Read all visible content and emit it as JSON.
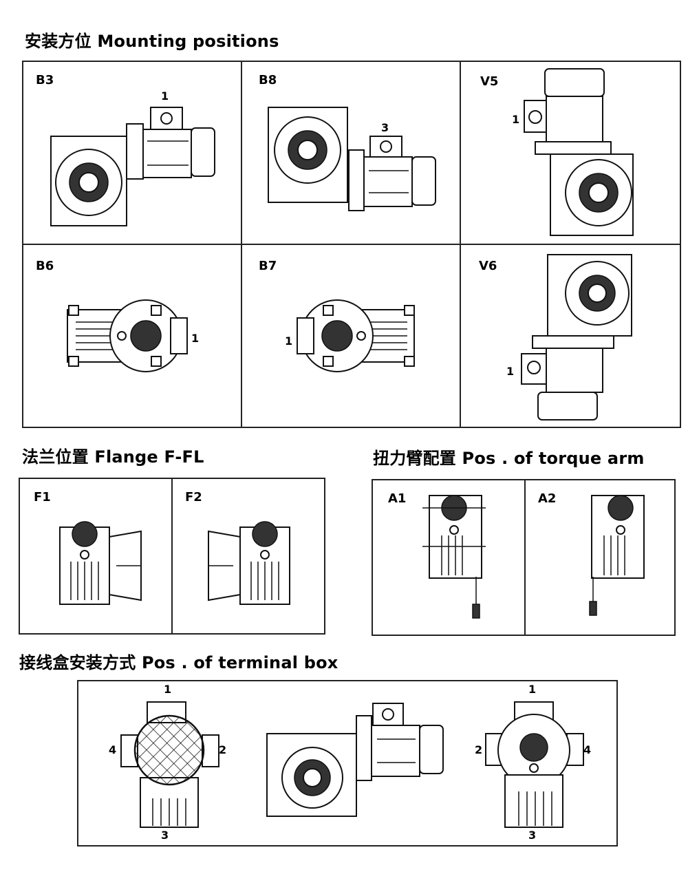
{
  "headings": {
    "mounting": "安装方位 Mounting positions",
    "flange": "法兰位置 Flange F-FL",
    "torque": "扭力臂配置 Pos . of torque arm",
    "terminal": "接线盒安装方式 Pos . of terminal box"
  },
  "mounting_positions": {
    "labels": [
      "B3",
      "B8",
      "V5",
      "B6",
      "B7",
      "V6"
    ],
    "marks": [
      "1",
      "3",
      "1",
      "1",
      "1",
      "1"
    ]
  },
  "flange": {
    "labels": [
      "F1",
      "F2"
    ]
  },
  "torque_arm": {
    "labels": [
      "A1",
      "A2"
    ]
  },
  "terminal_box": {
    "left": {
      "top": "1",
      "right": "2",
      "bottom": "3",
      "left": "4"
    },
    "right": {
      "top": "1",
      "right": "4",
      "bottom": "3",
      "left": "2"
    }
  }
}
